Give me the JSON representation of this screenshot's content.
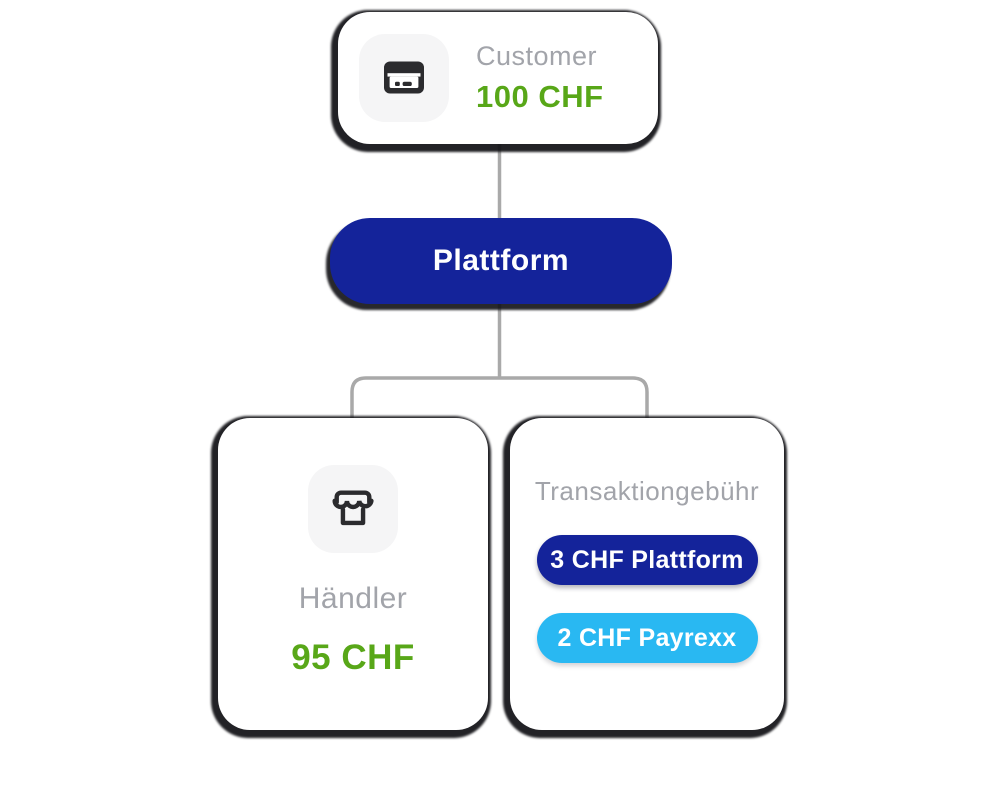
{
  "customer_card": {
    "label": "Customer",
    "amount": "100 CHF",
    "icon": "credit-card-icon"
  },
  "platform_node": {
    "label": "Plattform"
  },
  "merchant_card": {
    "label": "Händler",
    "amount": "95 CHF",
    "icon": "storefront-icon"
  },
  "fees_card": {
    "title": "Transaktiongebühr",
    "fees": [
      {
        "label": "3 CHF Plattform",
        "color": "#14239a"
      },
      {
        "label": "2 CHF Payrexx",
        "color": "#29b8f2"
      }
    ]
  },
  "colors": {
    "accent_blue": "#14239a",
    "accent_cyan": "#29b8f2",
    "amount_green": "#58a718",
    "muted_text": "#a2a4aa",
    "connector_gray": "#a9a9a9",
    "shadow_dark": "#111115",
    "icon_dark": "#2b2b2e",
    "tile_bg": "#f5f5f6"
  }
}
